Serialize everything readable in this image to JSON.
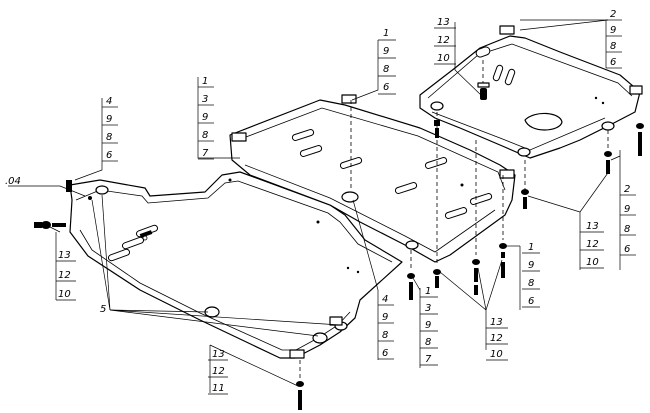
{
  "callouts": [
    {
      "id": "c-top-right",
      "numbers": [
        "2",
        "9",
        "8",
        "6"
      ]
    },
    {
      "id": "c-bolt-stack-top",
      "numbers": [
        "13",
        "12",
        "10"
      ]
    },
    {
      "id": "c-mid-top",
      "numbers": [
        "1",
        "9",
        "8",
        "6"
      ]
    },
    {
      "id": "c-left-plate",
      "numbers": [
        "1",
        "3",
        "9",
        "8",
        "7"
      ]
    },
    {
      "id": "c-left-side",
      "numbers": [
        "4",
        "9",
        "8",
        "6"
      ]
    },
    {
      "id": "c-left-bolt",
      "numbers": [
        "13",
        "12",
        "10"
      ]
    },
    {
      "id": "c-right-side",
      "numbers": [
        "2",
        "9",
        "8",
        "6"
      ]
    },
    {
      "id": "c-right-bolts",
      "numbers": [
        "13",
        "12",
        "10"
      ]
    },
    {
      "id": "c-center-right",
      "numbers": [
        "1",
        "9",
        "8",
        "6"
      ]
    },
    {
      "id": "c-center-lower",
      "numbers": [
        "4",
        "9",
        "8",
        "6"
      ]
    },
    {
      "id": "c-center-mid",
      "numbers": [
        "1",
        "3",
        "9",
        "8",
        "7"
      ]
    },
    {
      "id": "c-center-bolts",
      "numbers": [
        "13",
        "12",
        "10"
      ]
    },
    {
      "id": "c-bottom",
      "numbers": [
        "13",
        "12",
        "11"
      ]
    }
  ],
  "single_labels": {
    "label_04": ".04",
    "label_5": "5"
  }
}
